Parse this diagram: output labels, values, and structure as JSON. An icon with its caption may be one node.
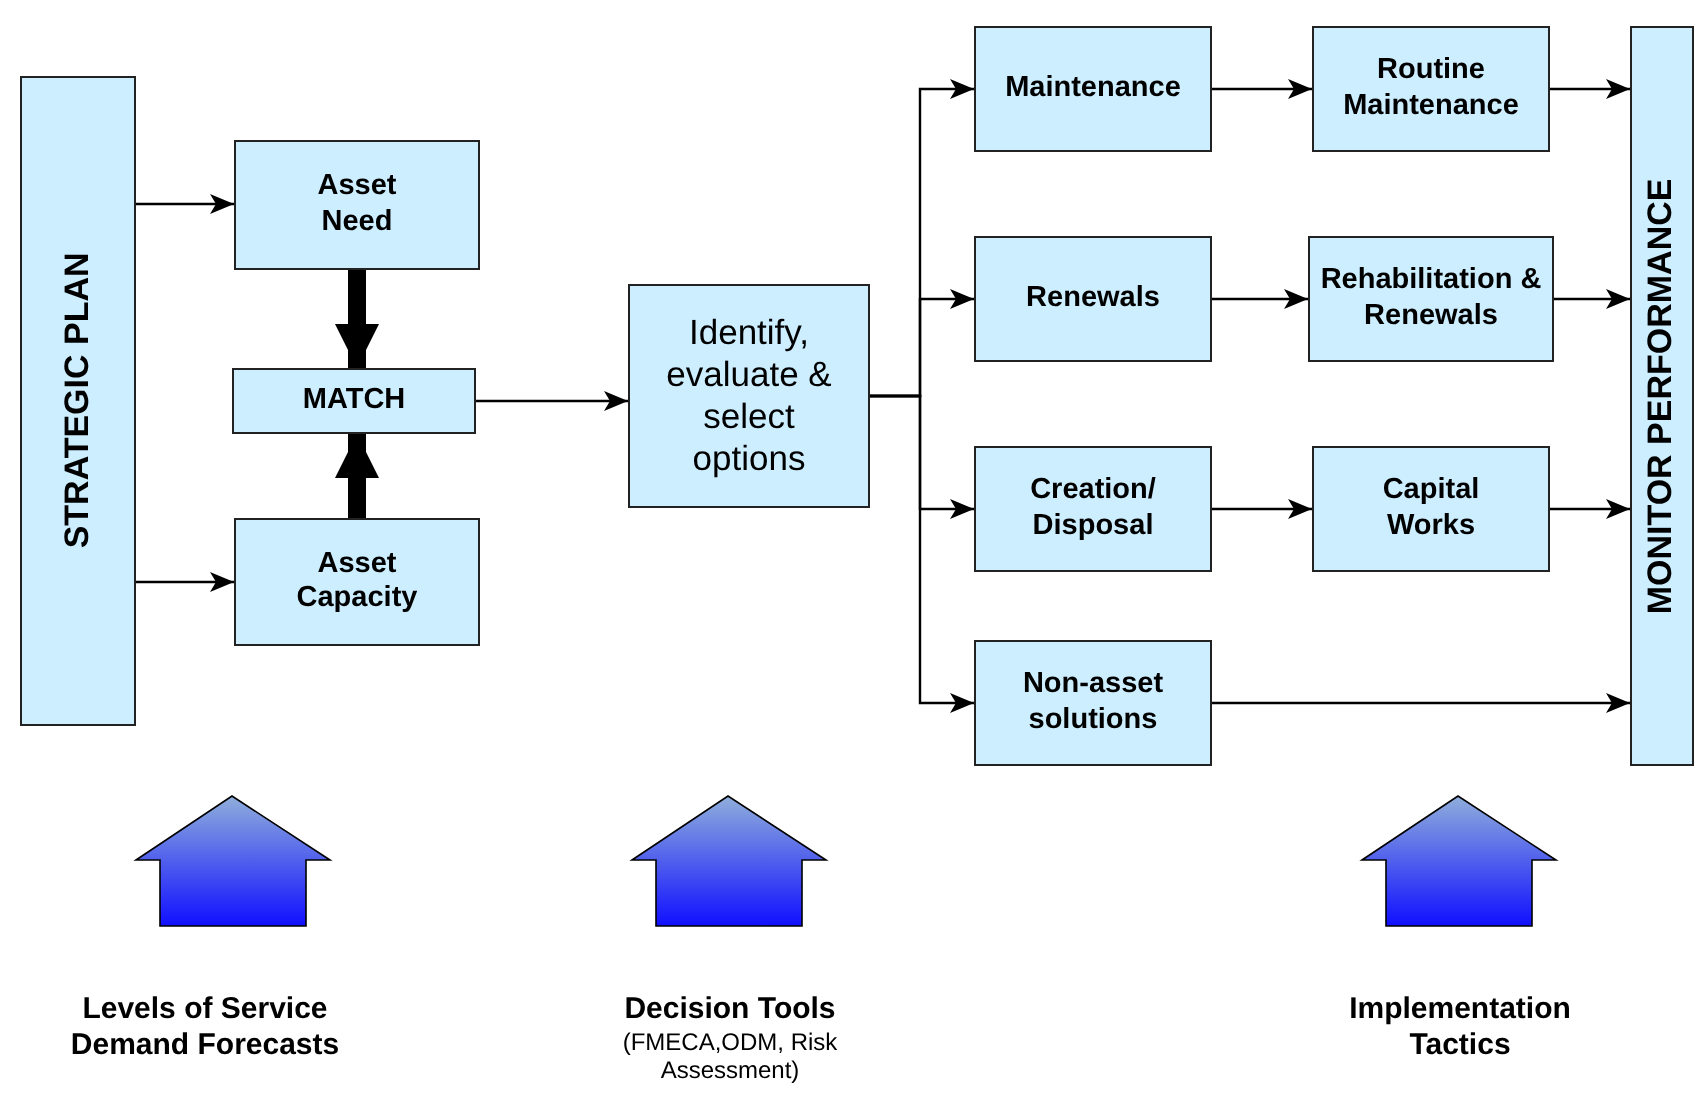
{
  "diagram": {
    "nodes": [
      {
        "text": [
          "STRATEGIC PLAN"
        ]
      },
      {
        "text": [
          "Asset Need"
        ]
      },
      {
        "text": [
          "MATCH"
        ]
      },
      {
        "text": [
          "Asset Capacity"
        ]
      },
      {
        "text": [
          "Identify, evaluate & select options"
        ]
      },
      {
        "text": [
          "Maintenance"
        ]
      },
      {
        "text": [
          "Renewals"
        ]
      },
      {
        "text": [
          "Creation/ Disposal"
        ]
      },
      {
        "text": [
          "Non-asset solutions"
        ]
      },
      {
        "text": [
          "Routine Maintenance"
        ]
      },
      {
        "text": [
          "Rehabilitation & Renewals"
        ]
      },
      {
        "text": [
          "Capital Works"
        ]
      },
      {
        "text": [
          "MONITOR PERFORMANCE"
        ]
      }
    ],
    "edges": [
      {
        "from": 0,
        "to": 1,
        "arrow": "to"
      },
      {
        "from": 0,
        "to": 3,
        "arrow": "to"
      },
      {
        "from": 1,
        "to": 2,
        "arrow": "to",
        "style": "thick"
      },
      {
        "from": 3,
        "to": 2,
        "arrow": "to",
        "style": "thick"
      },
      {
        "from": 2,
        "to": 4,
        "arrow": "to"
      },
      {
        "from": 4,
        "to": 5,
        "arrow": "to"
      },
      {
        "from": 4,
        "to": 6,
        "arrow": "to"
      },
      {
        "from": 4,
        "to": 7,
        "arrow": "to"
      },
      {
        "from": 4,
        "to": 8,
        "arrow": "to"
      },
      {
        "from": 5,
        "to": 9,
        "arrow": "to"
      },
      {
        "from": 6,
        "to": 10,
        "arrow": "to"
      },
      {
        "from": 7,
        "to": 11,
        "arrow": "to"
      },
      {
        "from": 9,
        "to": 12,
        "arrow": "to"
      },
      {
        "from": 10,
        "to": 12,
        "arrow": "to"
      },
      {
        "from": 11,
        "to": 12,
        "arrow": "to"
      },
      {
        "from": 8,
        "to": 12,
        "arrow": "to"
      }
    ],
    "labels": [
      "Levels of Service Demand Forecasts",
      "Decision Tools",
      "(FMECA,ODM, Risk Assessment)",
      "Implementation Tactics"
    ]
  }
}
